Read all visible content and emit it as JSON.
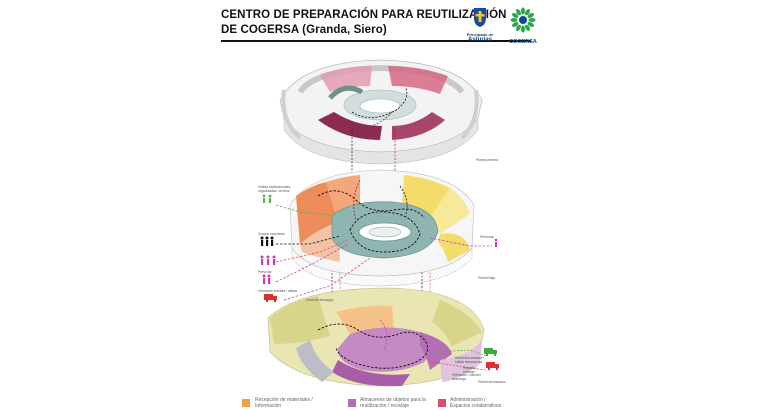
{
  "header": {
    "title_line1": "CENTRO DE PREPARACIÓN PARA REUTILIZACIÓN",
    "title_line2": "DE COGERSA (Granda, Siero)"
  },
  "logos": {
    "asturias_caption": "Principado de",
    "asturias_name": "Asturias",
    "cogersa_name": "COGERSA"
  },
  "floors": {
    "upper_label": "Planta primera",
    "ground_label": "Planta baja",
    "basement_label": "Planta semisótano"
  },
  "annotations": {
    "visitors": "Visitas institucionales, organizadas, centros",
    "groups": "Grupos escolares",
    "personal": "Personal",
    "vehicles": "Vehículos entrada / salida",
    "ground_right": "Personal",
    "bottom_note": "Zona de descarga",
    "bottom_right_1": "Vehículos entrada / salida mercancías",
    "bottom_right_2": "Reparto / entrega",
    "bottom_right_3": "Vehículos / camión descarga"
  },
  "legend": [
    {
      "label_1": "Recepción de materiales /",
      "label_2": "Información",
      "color": "#f0a050"
    },
    {
      "label_1": "Almacenes de objetos para la",
      "label_2": "reutilización / reciclaje",
      "color": "#b46fb4"
    },
    {
      "label_1": "Administración /",
      "label_2": "Espacios colaborativos",
      "color": "#d9506a"
    }
  ],
  "colors": {
    "orange": "#f0a050",
    "purple": "#b46fb4",
    "red": "#d9506a",
    "yellow": "#f2d96b",
    "olive": "#d8d48a",
    "teal": "#8fb5b0",
    "green": "#59b34a",
    "magenta": "#c93bb0"
  }
}
